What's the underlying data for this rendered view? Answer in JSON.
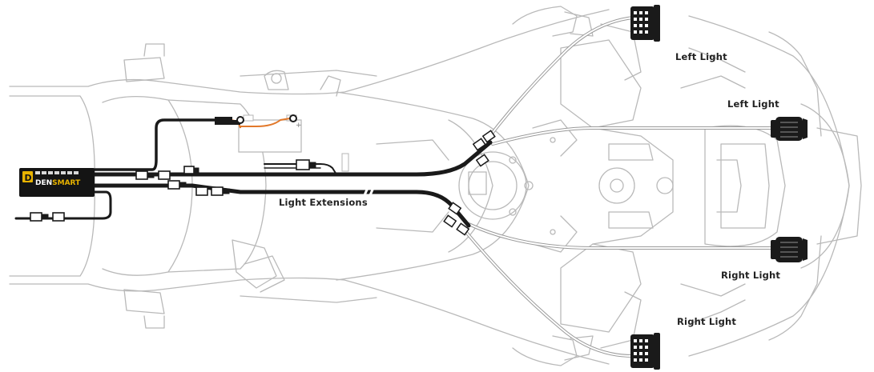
{
  "diagram": {
    "controller": {
      "brand_top": "DEN",
      "brand_bottom": "SMART",
      "tagline": "",
      "logo_letter": "D"
    },
    "labels": {
      "light_extensions": "Light Extensions",
      "left_light_top": "Left Light",
      "left_light_mid": "Left Light",
      "right_light_mid": "Right Light",
      "right_light_bottom": "Right Light"
    },
    "colors": {
      "outline": "#b8b8b8",
      "harness": "#1a1a1a",
      "extension_cable": "#bdbdbd",
      "battery_wire": "#e2782a",
      "text": "#222222"
    }
  }
}
